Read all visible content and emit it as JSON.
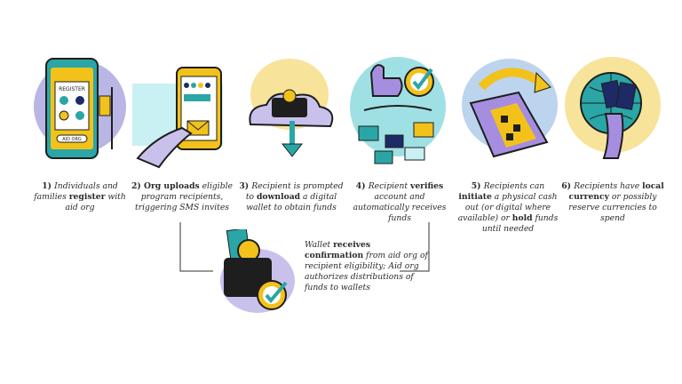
{
  "steps": [
    {
      "number": "1)",
      "parts": [
        {
          "t": "Individuals and families ",
          "b": false
        },
        {
          "t": "register",
          "b": true
        },
        {
          "t": " with aid org",
          "b": false
        }
      ],
      "phone_banner": "REGISTER",
      "phone_button": "AID ORG"
    },
    {
      "number": "2)",
      "parts": [
        {
          "t": "Org uploads",
          "b": true
        },
        {
          "t": " eligible program recipients, triggering SMS invites",
          "b": false
        }
      ]
    },
    {
      "number": "3)",
      "parts": [
        {
          "t": "Recipient is prompted to ",
          "b": false
        },
        {
          "t": "download",
          "b": true
        },
        {
          "t": " a digital wallet to obtain funds",
          "b": false
        }
      ]
    },
    {
      "number": "4)",
      "parts": [
        {
          "t": "Recipient ",
          "b": false
        },
        {
          "t": "verifies",
          "b": true
        },
        {
          "t": " account and automatically receives funds",
          "b": false
        }
      ]
    },
    {
      "number": "5)",
      "parts": [
        {
          "t": "Recipients can ",
          "b": false
        },
        {
          "t": "initiate",
          "b": true
        },
        {
          "t": " a physical cash out (or digital where available) or ",
          "b": false
        },
        {
          "t": "hold",
          "b": true
        },
        {
          "t": " funds until needed",
          "b": false
        }
      ]
    },
    {
      "number": "6)",
      "parts": [
        {
          "t": "Recipients have ",
          "b": false
        },
        {
          "t": "local currency",
          "b": true
        },
        {
          "t": " or possibly reserve currencies to spend",
          "b": false
        }
      ]
    }
  ],
  "wallet_note": {
    "parts": [
      {
        "t": "Wallet ",
        "b": false
      },
      {
        "t": "receives confirmation",
        "b": true
      },
      {
        "t": " from aid org of recipient eligibility; Aid org authorizes distributions of funds to wallets",
        "b": false
      }
    ]
  },
  "colors": {
    "yellow": "#f2c21b",
    "teal": "#2aa6a6",
    "lavender": "#c9c1ec",
    "purple": "#a58ee0",
    "navy": "#1d2a66",
    "ink": "#1e1e1e",
    "green": "#2f9c7a"
  }
}
